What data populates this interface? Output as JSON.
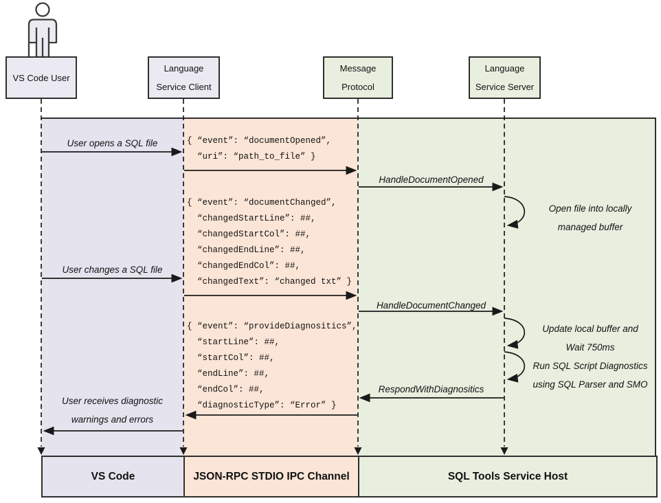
{
  "diagram": {
    "actors": [
      {
        "name": "VS Code User",
        "lines": [
          "VS Code User"
        ]
      },
      {
        "name": "Language Service Client",
        "lines": [
          "Language",
          "Service Client"
        ]
      },
      {
        "name": "Message Protocol",
        "lines": [
          "Message",
          "Protocol"
        ]
      },
      {
        "name": "Language Service Server",
        "lines": [
          "Language",
          "Service Server"
        ]
      }
    ],
    "lanes": [
      {
        "label": "VS Code"
      },
      {
        "label": "JSON-RPC STDIO IPC Channel"
      },
      {
        "label": "SQL Tools Service Host"
      }
    ],
    "messages": {
      "open_file": "User opens a SQL file",
      "handle_document_opened": "HandleDocumentOpened",
      "change_file": "User changes a SQL file",
      "handle_document_changed": "HandleDocumentChanged",
      "respond_with_diagnostics": "RespondWithDiagnositics",
      "receive_diagnostics": [
        "User receives diagnostic",
        "warnings and errors"
      ]
    },
    "notes": {
      "open_buffer": [
        "Open file into locally",
        "managed buffer"
      ],
      "update_buffer": [
        "Update local buffer and",
        "Wait 750ms"
      ],
      "run_diagnostics": [
        "Run SQL Script Diagnostics",
        "using SQL Parser and SMO"
      ]
    },
    "payloads": {
      "document_opened": [
        "{ “event”: “documentOpened”,",
        "  “uri”: “path_to_file” }"
      ],
      "document_changed": [
        "{ “event”: “documentChanged”,",
        "  “changedStartLine”: ##,",
        "  “changedStartCol”: ##,",
        "  “changedEndLine”: ##,",
        "  “changedEndCol”: ##,",
        "  “changedText”: “changed txt” }"
      ],
      "provide_diagnostics": [
        "{ “event”: “provideDiagnositics”,",
        "  “startLine”: ##,",
        "  “startCol”: ##,",
        "  “endLine”: ##,",
        "  “endCol”: ##,",
        "  “diagnosticType”: “Error” }"
      ]
    },
    "colors": {
      "lane_vscode": "#e5e4ee",
      "lane_ipc": "#fbe5d7",
      "lane_host": "#e8efdf",
      "actor_box_neutral": "#ebeaf2",
      "actor_box_green": "#e8efdf",
      "border": "#2f2f2f",
      "line": "#1a1a1a"
    }
  }
}
